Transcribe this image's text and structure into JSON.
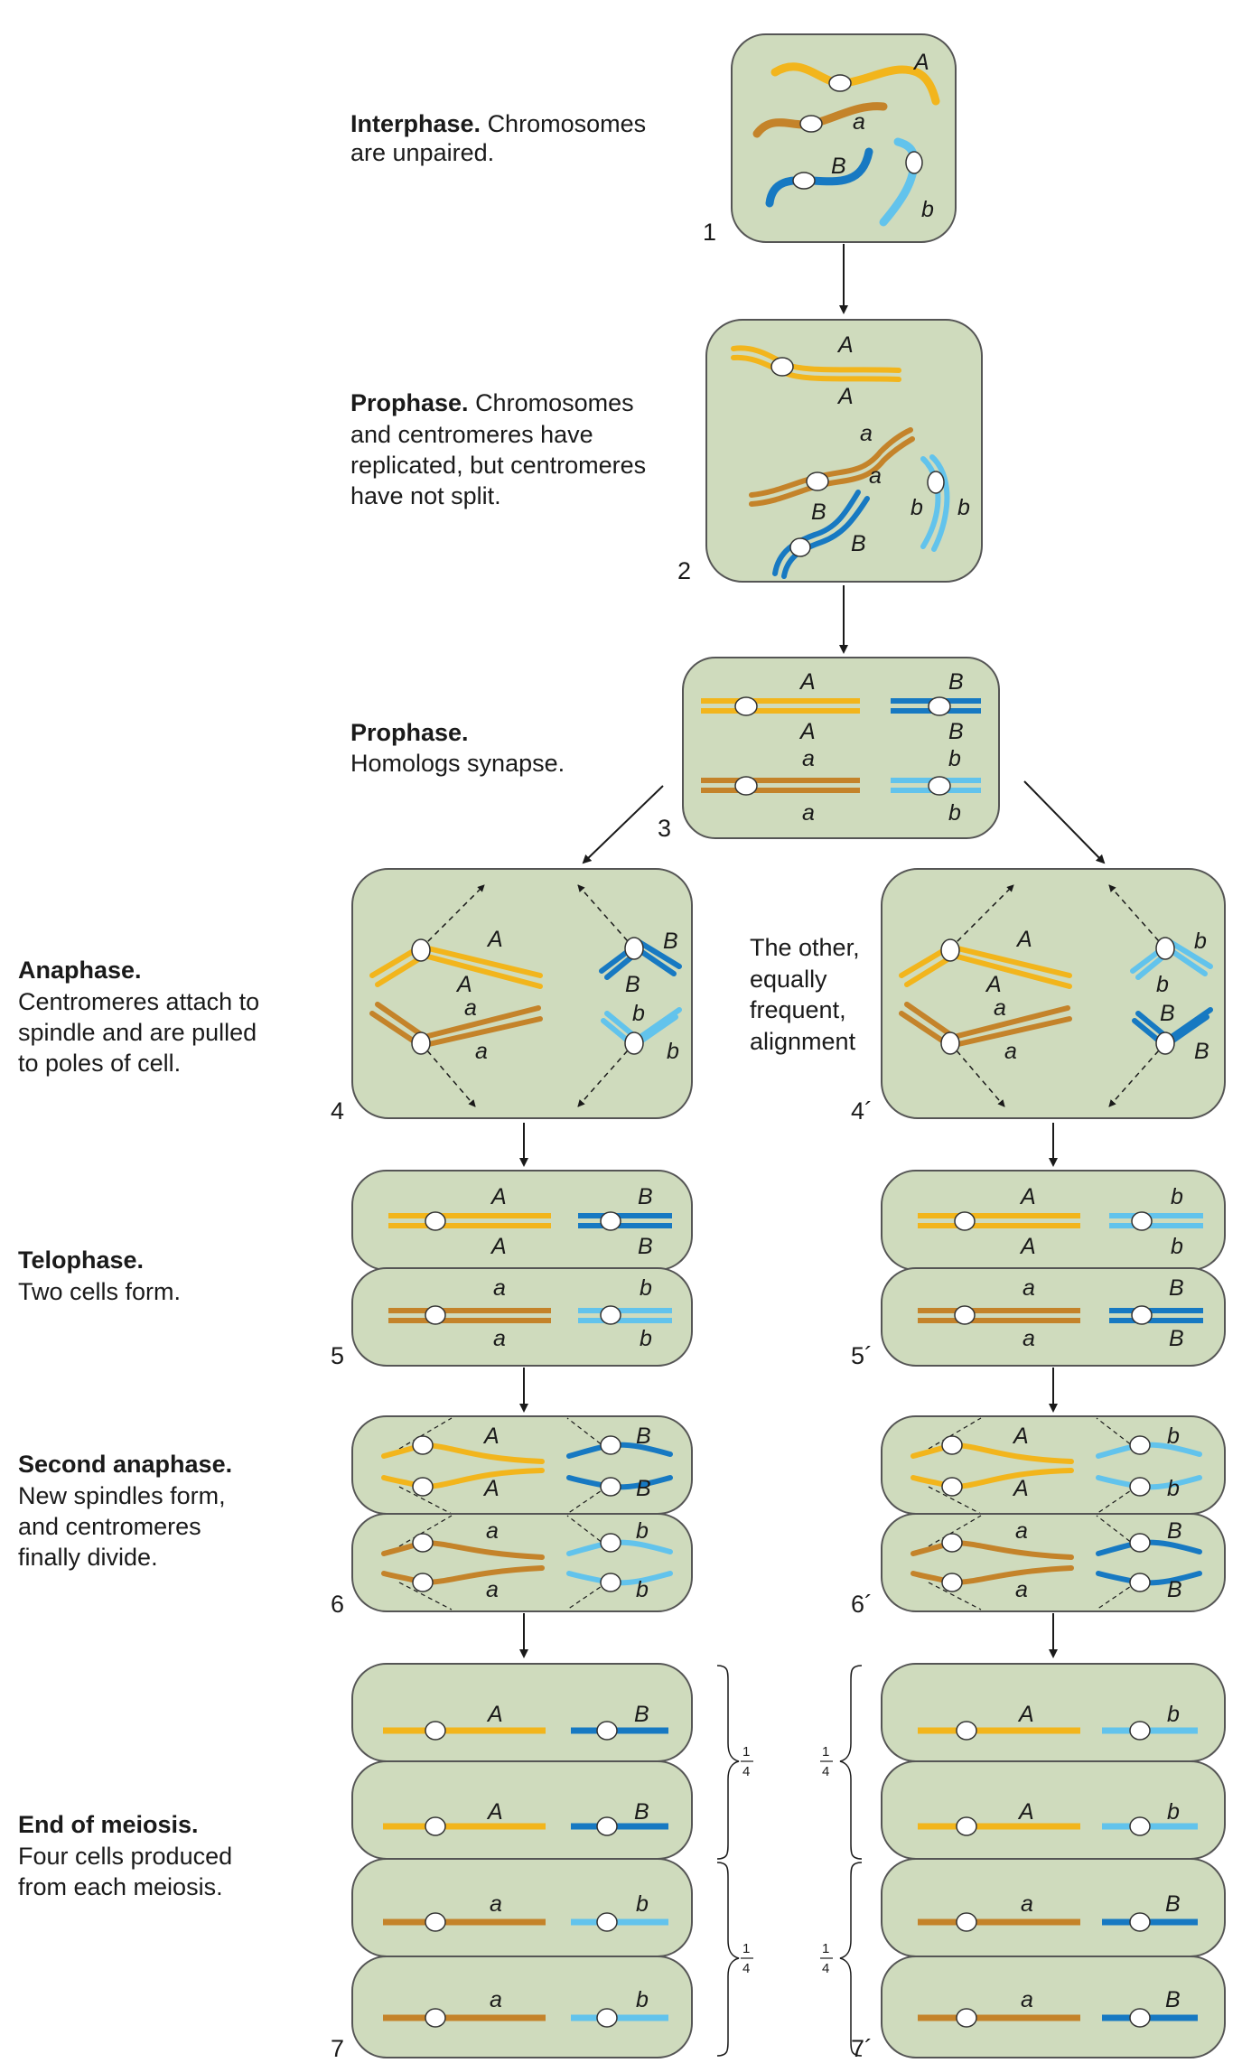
{
  "colors": {
    "cell_fill": "#cfdbbd",
    "cell_stroke": "#555555",
    "allele_A": "#f2b51c",
    "allele_a": "#c4832a",
    "allele_B": "#1779c2",
    "allele_b": "#62c3ec",
    "centromere": "#ffffff"
  },
  "stages": {
    "interphase": {
      "title": "Interphase.",
      "text": [
        "Chromosomes",
        "are unpaired."
      ]
    },
    "prophase_replication": {
      "title": "Prophase.",
      "text": [
        "Chromosomes",
        "and centromeres have",
        "replicated, but centromeres",
        "have not split."
      ]
    },
    "prophase_synapsis": {
      "title": "Prophase.",
      "text": [
        "Homologs synapse."
      ]
    },
    "anaphase": {
      "title": "Anaphase.",
      "text": [
        "Centromeres attach to",
        "spindle and are pulled",
        "to poles of cell."
      ]
    },
    "alternative_alignment": {
      "text": [
        "The other,",
        "equally",
        "frequent,",
        "alignment"
      ]
    },
    "telophase": {
      "title": "Telophase.",
      "text": [
        "Two cells form."
      ]
    },
    "second_anaphase": {
      "title": "Second anaphase.",
      "text": [
        "New spindles form,",
        "and centromeres",
        "finally divide."
      ]
    },
    "end_of_meiosis": {
      "title": "End of meiosis.",
      "text": [
        "Four cells produced",
        "from each meiosis."
      ]
    }
  },
  "step_numbers": [
    "1",
    "2",
    "3",
    "4",
    "4´",
    "5",
    "5´",
    "6",
    "6´",
    "7",
    "7´"
  ],
  "alleles": {
    "A": "A",
    "a": "a",
    "B": "B",
    "b": "b"
  },
  "fractions": [
    {
      "numerator": "1",
      "denominator": "4"
    },
    {
      "numerator": "1",
      "denominator": "4"
    },
    {
      "numerator": "1",
      "denominator": "4"
    },
    {
      "numerator": "1",
      "denominator": "4"
    }
  ]
}
